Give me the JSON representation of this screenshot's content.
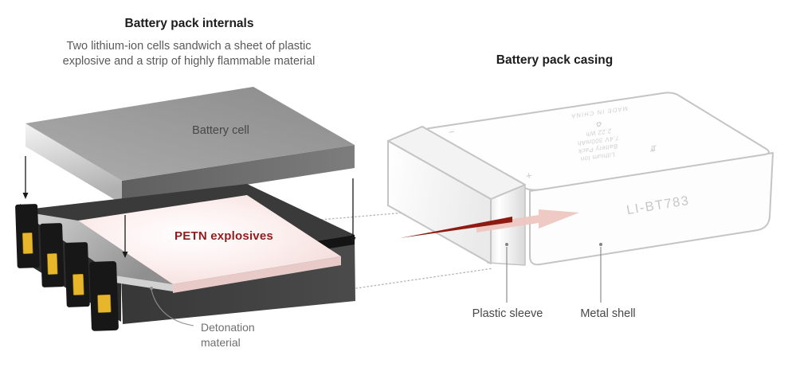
{
  "internals": {
    "title": "Battery pack internals",
    "subtitle_line1": "Two lithium-ion cells sandwich a sheet of plastic",
    "subtitle_line2": "explosive and a strip of highly flammable material",
    "battery_cell_label": "Battery cell",
    "petn_label": "PETN explosives",
    "detonation_label_line1": "Detonation",
    "detonation_label_line2": "material"
  },
  "casing": {
    "title": "Battery pack casing",
    "plastic_sleeve_label": "Plastic sleeve",
    "metal_shell_label": "Metal shell",
    "model": "LI-BT783",
    "print": {
      "line1": "Lithium Ion",
      "line2": "Battery Pack",
      "line3": "7.4V 300mAh",
      "line4": "2.22 Wh",
      "made_in": "MADE IN CHINA",
      "plus_mark": "+",
      "minus_mark": "−"
    }
  },
  "colors": {
    "petn_text": "#8e1d1d",
    "explosive_streak_dark": "#8e1b12",
    "explosive_arrow_light": "#eec6c0",
    "contact_gold": "#e7b62a",
    "casing_outline": "#c4c4c4",
    "battery_cell_gray": "#9a9a9a",
    "lower_slab_dark": "#3d3d3d"
  }
}
